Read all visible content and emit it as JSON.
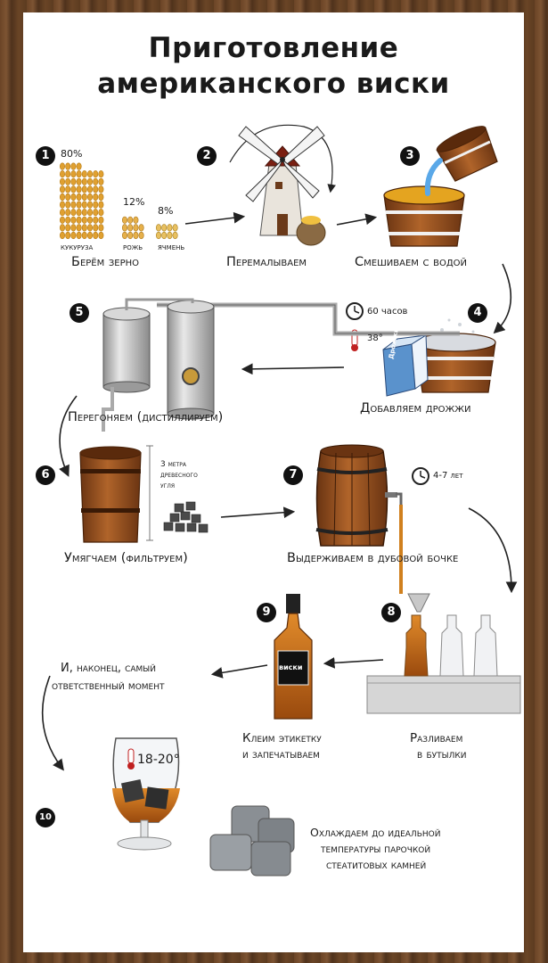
{
  "title": {
    "line1": "Приготовление",
    "line2": "американского виски"
  },
  "steps": [
    {
      "num": "1",
      "caption": "Берём зерно"
    },
    {
      "num": "2",
      "caption": "Перемалываем"
    },
    {
      "num": "3",
      "caption": "Смешиваем с водой"
    },
    {
      "num": "4",
      "caption": "Добавляем дрожжи"
    },
    {
      "num": "5",
      "caption": "Перегоняем (дистиллируем)"
    },
    {
      "num": "6",
      "caption": "Умягчаем (фильтруем)"
    },
    {
      "num": "7",
      "caption": "Выдерживаем в дубовой бочке"
    },
    {
      "num": "8",
      "caption_line1": "Разливаем",
      "caption_line2": "в бутылки"
    },
    {
      "num": "9",
      "caption_line1": "Клеим этикетку",
      "caption_line2": "и запечатываем"
    },
    {
      "num": "10",
      "caption_line1": "Охлаждаем до идеальной",
      "caption_line2": "температуры парочкой",
      "caption_line3": "стеатитовых камней"
    }
  ],
  "grains": [
    {
      "percent": "80%",
      "label": "кукуруза",
      "percent_value": 80
    },
    {
      "percent": "12%",
      "label": "рожь",
      "percent_value": 12
    },
    {
      "percent": "8%",
      "label": "ячмень",
      "percent_value": 8
    }
  ],
  "fermentation": {
    "time": "60 часов",
    "temperature": "38°"
  },
  "yeast_box_label": "Дрожжи",
  "filter_note": {
    "line1": "3 метра",
    "line2": "древесного",
    "line3": "угля"
  },
  "aging_time": "4-7 лет",
  "bottle_label": "виски",
  "finale": {
    "line1": "И, наконец, самый",
    "line2": "ответственный момент"
  },
  "glass_temperature": "18-20°",
  "colors": {
    "barrel": "#8a4a1c",
    "whiskey": "#c8701a",
    "corn": "#e0a030",
    "metal": "#c9c9c9"
  }
}
